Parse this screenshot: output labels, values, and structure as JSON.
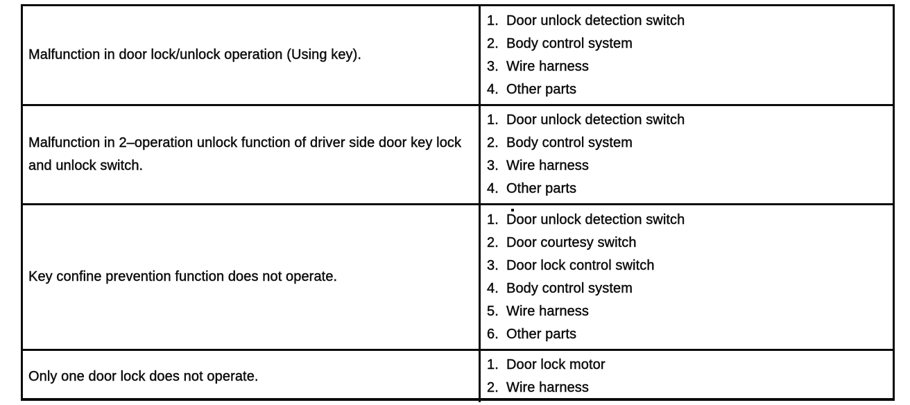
{
  "document": {
    "colors": {
      "ink": "#0d0d0d",
      "paper": "#ffffff",
      "border": "#0b0b0b"
    },
    "table": {
      "rows": [
        {
          "symptom": "Malfunction in door lock/unlock operation (Using key).",
          "checks": [
            {
              "num": "1.",
              "label": "Door unlock detection switch"
            },
            {
              "num": "2.",
              "label": "Body control system"
            },
            {
              "num": "3.",
              "label": "Wire harness"
            },
            {
              "num": "4.",
              "label": "Other parts"
            }
          ]
        },
        {
          "symptom": "Malfunction in 2–operation unlock function of driver side door key lock and unlock switch.",
          "checks": [
            {
              "num": "1.",
              "label": "Door unlock detection switch"
            },
            {
              "num": "2.",
              "label": "Body control system"
            },
            {
              "num": "3.",
              "label": "Wire harness"
            },
            {
              "num": "4.",
              "label": "Other parts"
            }
          ]
        },
        {
          "symptom": "Key confine prevention function does not operate.",
          "checks": [
            {
              "num": "1.",
              "label": "Door unlock detection switch"
            },
            {
              "num": "2.",
              "label": "Door courtesy switch"
            },
            {
              "num": "3.",
              "label": "Door lock control switch"
            },
            {
              "num": "4.",
              "label": "Body control system"
            },
            {
              "num": "5.",
              "label": "Wire harness"
            },
            {
              "num": "6.",
              "label": "Other parts"
            }
          ]
        },
        {
          "symptom": "Only one door lock does not operate.",
          "checks": [
            {
              "num": "1.",
              "label": "Door lock motor"
            },
            {
              "num": "2.",
              "label": "Wire harness"
            }
          ]
        }
      ]
    }
  }
}
